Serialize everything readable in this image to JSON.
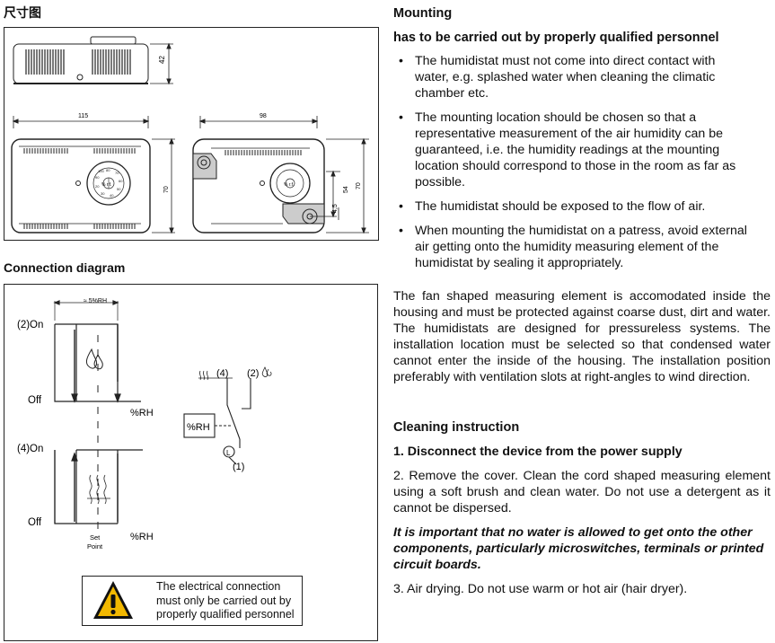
{
  "left": {
    "dimensions_title": "尺寸图",
    "connection_title": "Connection diagram",
    "dims": {
      "height_side": "42",
      "width_front": "115",
      "height_front": "70",
      "width_back": "98",
      "d54": "54",
      "d45": "4,5",
      "d70b": "70"
    },
    "dial": {
      "center": "% r.f.",
      "ticks": [
        "80",
        "70",
        "60",
        "50",
        "40",
        "30",
        "20",
        "90",
        "100"
      ]
    },
    "connection": {
      "hysteresis": "≈ 5%RH",
      "on2": "(2)On",
      "off1": "Off",
      "xaxis1": "%RH",
      "on4": "(4)On",
      "off2": "Off",
      "xaxis2": "%RH",
      "setpoint1": "Set",
      "setpoint2": "Point",
      "contact4": "(4)",
      "contact2": "(2)",
      "sensor": "%RH",
      "common_symbol": "L",
      "contact1": "(1)"
    },
    "warning": "The electrical connection must only be carried out by properly qualified personnel"
  },
  "right": {
    "mounting_title": "Mounting",
    "mounting_subtitle": "has to be carried out by properly qualified personnel",
    "bullets": [
      "The humidistat must not come into direct contact with water, e.g. splashed water when cleaning the climatic chamber etc.",
      "The mounting location should be chosen so that a representative measurement of the air humidity can be guaranteed, i.e. the humidity readings at the mounting location should correspond to those in the room as far as possible.",
      "The humidistat should be exposed to the flow of air.",
      "When mounting the humidistat on a patress, avoid external air getting onto the humidity measuring element of the humidistat by sealing it appropriately."
    ],
    "paragraph": "The fan shaped measuring element is accomodated inside the housing and must be protected against coarse dust, dirt and water. The humidistats are designed for pressureless systems. The installation location must be selected so that condensed water cannot enter the inside of the housing. The installation position preferably with ventilation slots at right-angles to wind direction.",
    "cleaning_title": "Cleaning instruction",
    "step1": "1. Disconnect the device from the power supply",
    "step2": "2. Remove the cover. Clean the cord shaped measuring element using a soft brush and clean water.  Do not use a detergent as it cannot be dispersed.",
    "important": "It is important that no water is allowed to get onto the other components, particularly microswitches, terminals or printed circuit boards.",
    "step3": "3. Air drying. Do not use warm or hot air (hair dryer)."
  }
}
